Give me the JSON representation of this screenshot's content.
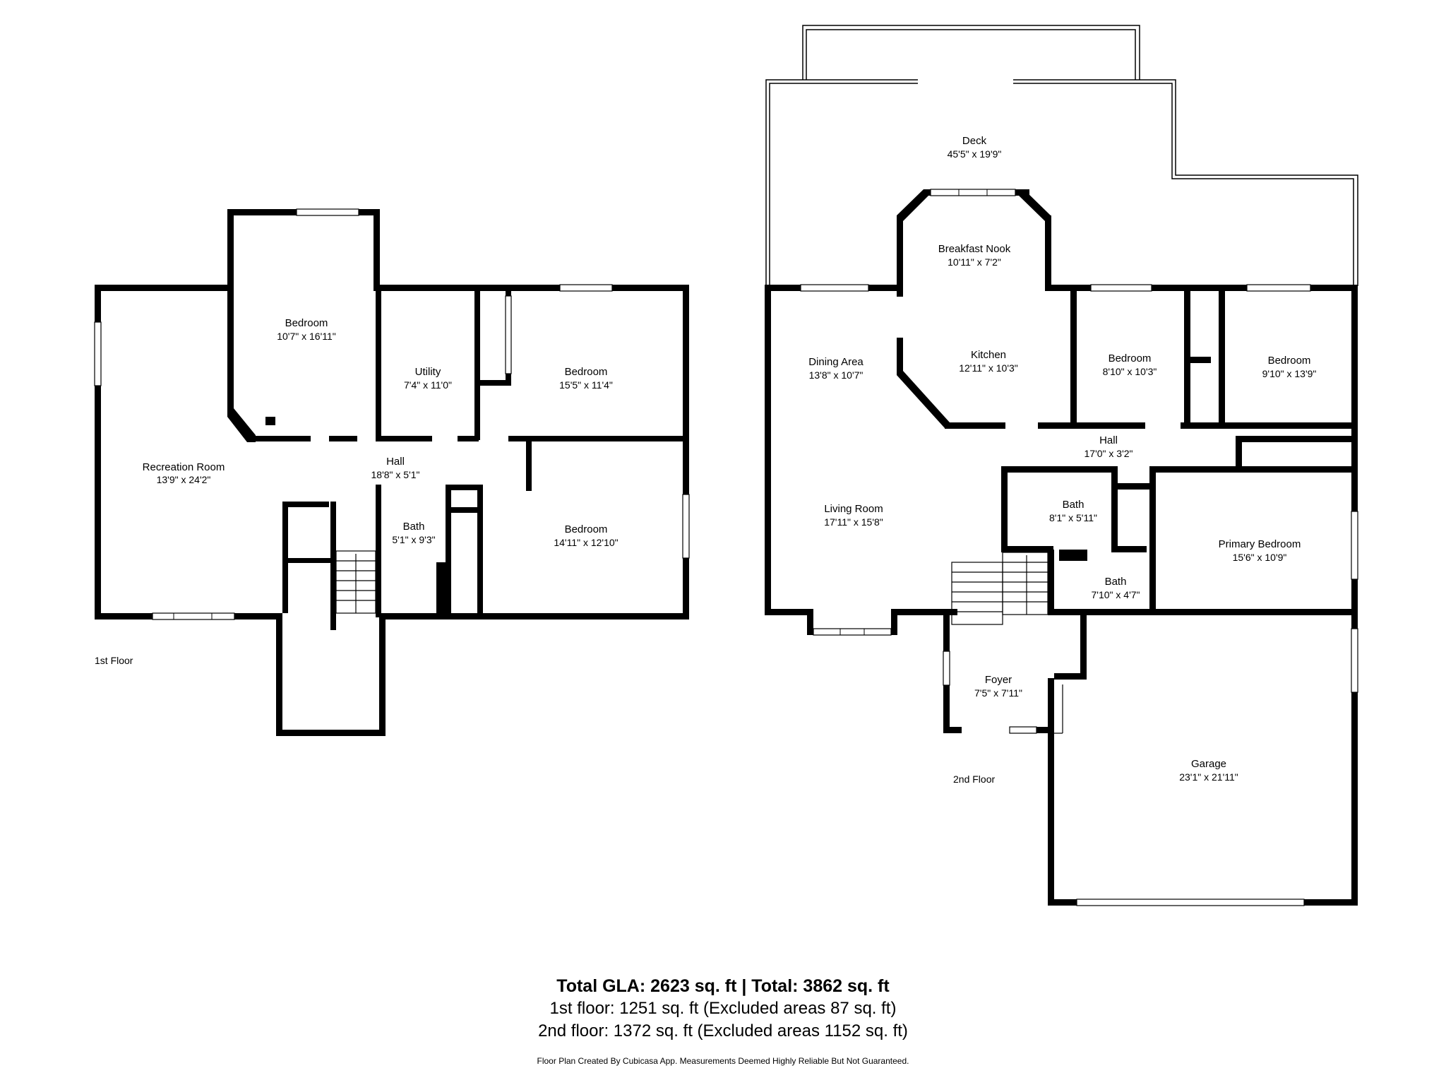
{
  "floors": [
    {
      "label": "1st Floor",
      "rooms": [
        {
          "name": "Recreation Room",
          "dim": "13'9\" x 24'2\""
        },
        {
          "name": "Bedroom",
          "dim": "10'7\" x 16'11\""
        },
        {
          "name": "Utility",
          "dim": "7'4\" x 11'0\""
        },
        {
          "name": "Bedroom",
          "dim": "15'5\" x 11'4\""
        },
        {
          "name": "Hall",
          "dim": "18'8\" x 5'1\""
        },
        {
          "name": "Bath",
          "dim": "5'1\" x 9'3\""
        },
        {
          "name": "Bedroom",
          "dim": "14'11\" x 12'10\""
        }
      ]
    },
    {
      "label": "2nd Floor",
      "rooms": [
        {
          "name": "Deck",
          "dim": "45'5\" x 19'9\""
        },
        {
          "name": "Breakfast Nook",
          "dim": "10'11\" x 7'2\""
        },
        {
          "name": "Dining Area",
          "dim": "13'8\" x 10'7\""
        },
        {
          "name": "Kitchen",
          "dim": "12'11\" x 10'3\""
        },
        {
          "name": "Bedroom",
          "dim": "8'10\" x 10'3\""
        },
        {
          "name": "Bedroom",
          "dim": "9'10\" x 13'9\""
        },
        {
          "name": "Hall",
          "dim": "17'0\" x 3'2\""
        },
        {
          "name": "Living Room",
          "dim": "17'11\" x 15'8\""
        },
        {
          "name": "Bath",
          "dim": "8'1\" x 5'11\""
        },
        {
          "name": "Primary Bedroom",
          "dim": "15'6\" x 10'9\""
        },
        {
          "name": "Bath",
          "dim": "7'10\" x 4'7\""
        },
        {
          "name": "Foyer",
          "dim": "7'5\" x 7'11\""
        },
        {
          "name": "Garage",
          "dim": "23'1\" x 21'11\""
        }
      ]
    }
  ],
  "footer": {
    "total": "Total GLA: 2623 sq. ft | Total: 3862 sq. ft",
    "floor1": "1st floor: 1251 sq. ft (Excluded areas 87 sq. ft)",
    "floor2": "2nd floor: 1372 sq. ft (Excluded areas 1152 sq. ft)",
    "credit": "Floor Plan Created By Cubicasa App. Measurements Deemed Highly Reliable But Not Guaranteed."
  },
  "colors": {
    "walls": "#000000",
    "background": "#ffffff"
  }
}
